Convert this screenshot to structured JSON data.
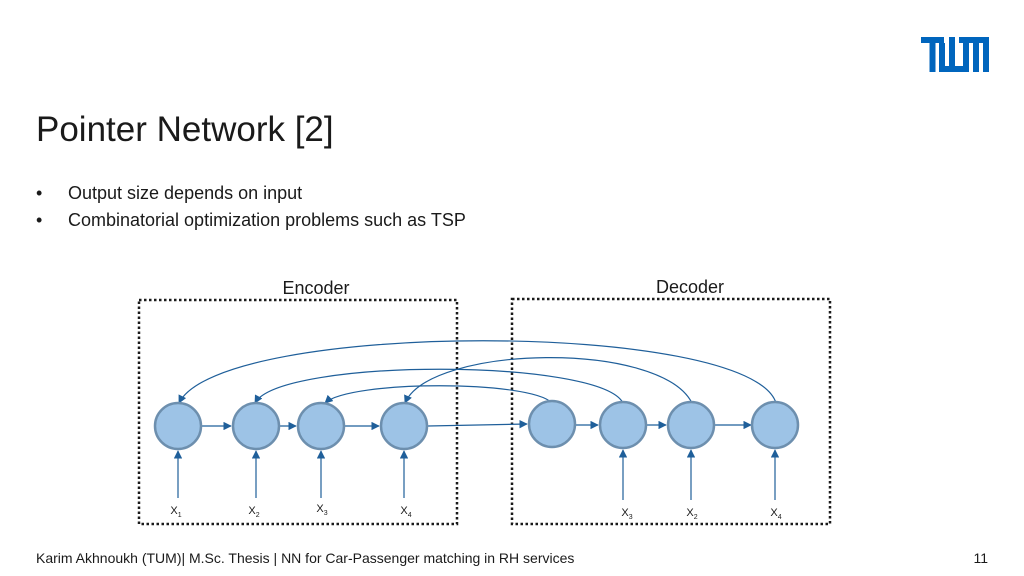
{
  "slide": {
    "title": "Pointer Network [2]",
    "bullets": [
      "Output size depends on input",
      "Combinatorial optimization problems such as TSP"
    ],
    "bullet_char": "•",
    "footer": "Karim Akhnoukh (TUM)| M.Sc. Thesis | NN for Car-Passenger matching in RH services",
    "page_number": "11",
    "logo_icon": "tum-logo-icon",
    "brand_color": "#0065bd"
  },
  "diagram": {
    "encoder_label": "Encoder",
    "decoder_label": "Decoder",
    "encoder_inputs": [
      {
        "base": "X",
        "sub": "1"
      },
      {
        "base": "X",
        "sub": "2"
      },
      {
        "base": "X",
        "sub": "3"
      },
      {
        "base": "X",
        "sub": "4"
      }
    ],
    "decoder_inputs": [
      {
        "base": "X",
        "sub": "3"
      },
      {
        "base": "X",
        "sub": "2"
      },
      {
        "base": "X",
        "sub": "4"
      }
    ],
    "colors": {
      "node_fill": "#9dc3e6",
      "node_stroke": "#6d8fae",
      "arrow": "#1f5f9a",
      "box_border": "#1a1a1a"
    }
  }
}
